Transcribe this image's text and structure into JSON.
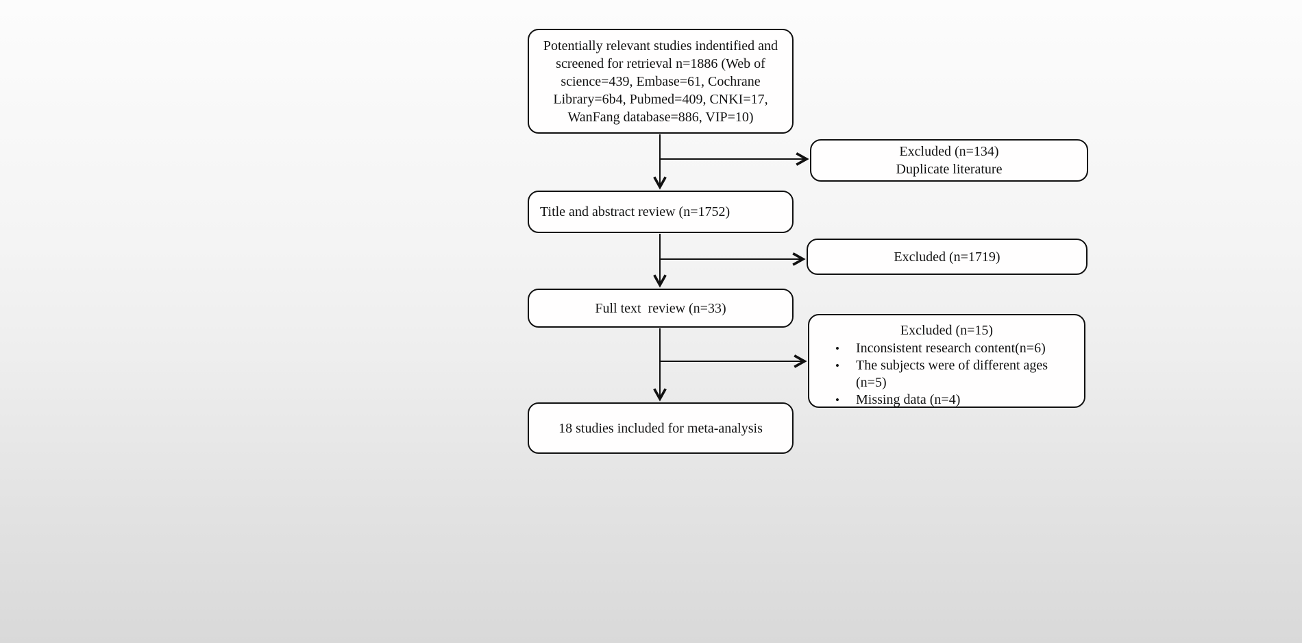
{
  "flow": {
    "identification": {
      "text": "Potentially relevant studies indentified and screened for retrieval n=1886 (Web of science=439, Embase=61, Cochrane Library=6b4, Pubmed=409, CNKI=17, WanFang database=886, VIP=10)"
    },
    "excluded_duplicates": {
      "line1": "Excluded (n=134)",
      "line2": "Duplicate literature"
    },
    "title_abstract_review": {
      "text": "Title and abstract review (n=1752)"
    },
    "excluded_after_title_abstract": {
      "text": "Excluded (n=1719)"
    },
    "full_text_review": {
      "text": "Full text  review (n=33)"
    },
    "excluded_after_full_text": {
      "heading": "Excluded (n=15)",
      "reasons": [
        "Inconsistent research content(n=6)",
        "The subjects were of different ages (n=5)",
        "Missing data (n=4)"
      ]
    },
    "included": {
      "text": "18 studies included for meta-analysis"
    }
  },
  "icons": {
    "bullet": "•"
  },
  "style": {
    "line_color": "#111111",
    "box_fill": "#fffefe",
    "background_top": "#fcfcfc",
    "background_bottom": "#d9d9d9"
  }
}
